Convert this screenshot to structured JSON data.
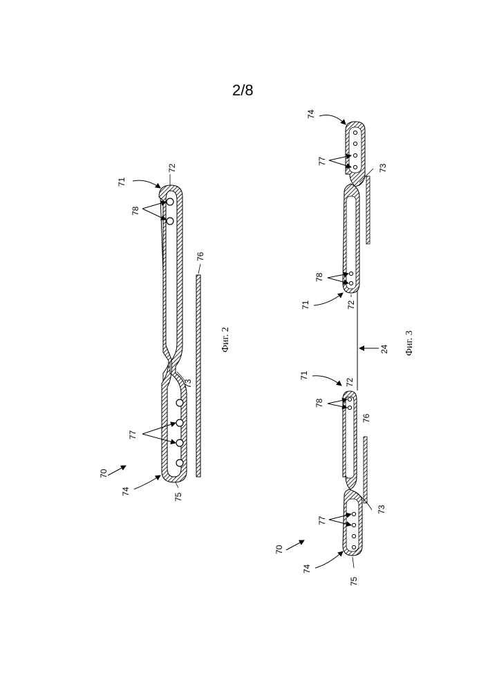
{
  "page_number": "2/8",
  "fig2": {
    "caption": "Фиг. 2",
    "labels": {
      "n70": "70",
      "n71": "71",
      "n72": "72",
      "n73": "73",
      "n74": "74",
      "n75": "75",
      "n76": "76",
      "n77": "77",
      "n78": "78"
    }
  },
  "fig3": {
    "caption": "Фиг. 3",
    "labels": {
      "n70": "70",
      "n74_bottom": "74",
      "n75": "75",
      "n77_bottom": "77",
      "n73_bottom": "73",
      "n78_bottom": "78",
      "n71_bottom": "71",
      "n72_bottom": "72",
      "n76": "76",
      "n24": "24",
      "n71_top": "71",
      "n72_top": "72",
      "n78_top": "78",
      "n73_top": "73",
      "n77_top": "77",
      "n74_top": "74"
    }
  }
}
